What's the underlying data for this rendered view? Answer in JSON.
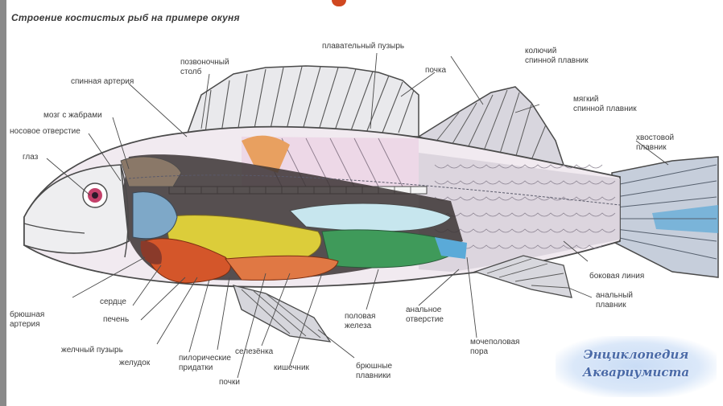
{
  "title": "Строение костистых рыб на примере окуня",
  "labels": {
    "plavatelny_puzyr_top": "плавательный пузырь",
    "kolyuchy_spinnoy": "колючий\nспинной плавник",
    "pozvonochny_stolb": "позвоночный\nстолб",
    "pochka": "почка",
    "myagky_spinnoy": "мягкий\nспинной плавник",
    "spinnaya_arteriya": "спинная артерия",
    "khvostovoy": "хвостовой\nплавник",
    "mozg": "мозг с жабрами",
    "nosovoe": "носовое отверстие",
    "glaz": "глаз",
    "bokovaya_liniya": "боковая линия",
    "analny": "анальный\nплавник",
    "bryushnaya_arteriya": "брюшная\nартерия",
    "serdtse": "сердце",
    "pechen": "печень",
    "polovaya": "половая\nжелеза",
    "analnoe": "анальное\nотверстие",
    "mochepolovaya": "мочеполовая\nпора",
    "zhelchny": "желчный пузырь",
    "zheludok": "желудок",
    "pilorich": "пилорические\nпридатки",
    "selezenka": "селезёнка",
    "kishechnik": "кишечник",
    "bryushnye_plavniki": "брюшные\nплавники",
    "pochki": "почки"
  },
  "stamp": {
    "line1": "Энциклопедия",
    "line2": "Аквариумиста"
  },
  "colors": {
    "body_outline": "#4a4a4a",
    "liver": "#d4562a",
    "intestine_yellow": "#dccd3a",
    "gonad_green": "#3f9a5a",
    "swim_bladder": "#c7e6ee",
    "kidney_orange": "#e8a060",
    "body_pink": "#ecd6e6",
    "blue_accent": "#5aaad8"
  }
}
